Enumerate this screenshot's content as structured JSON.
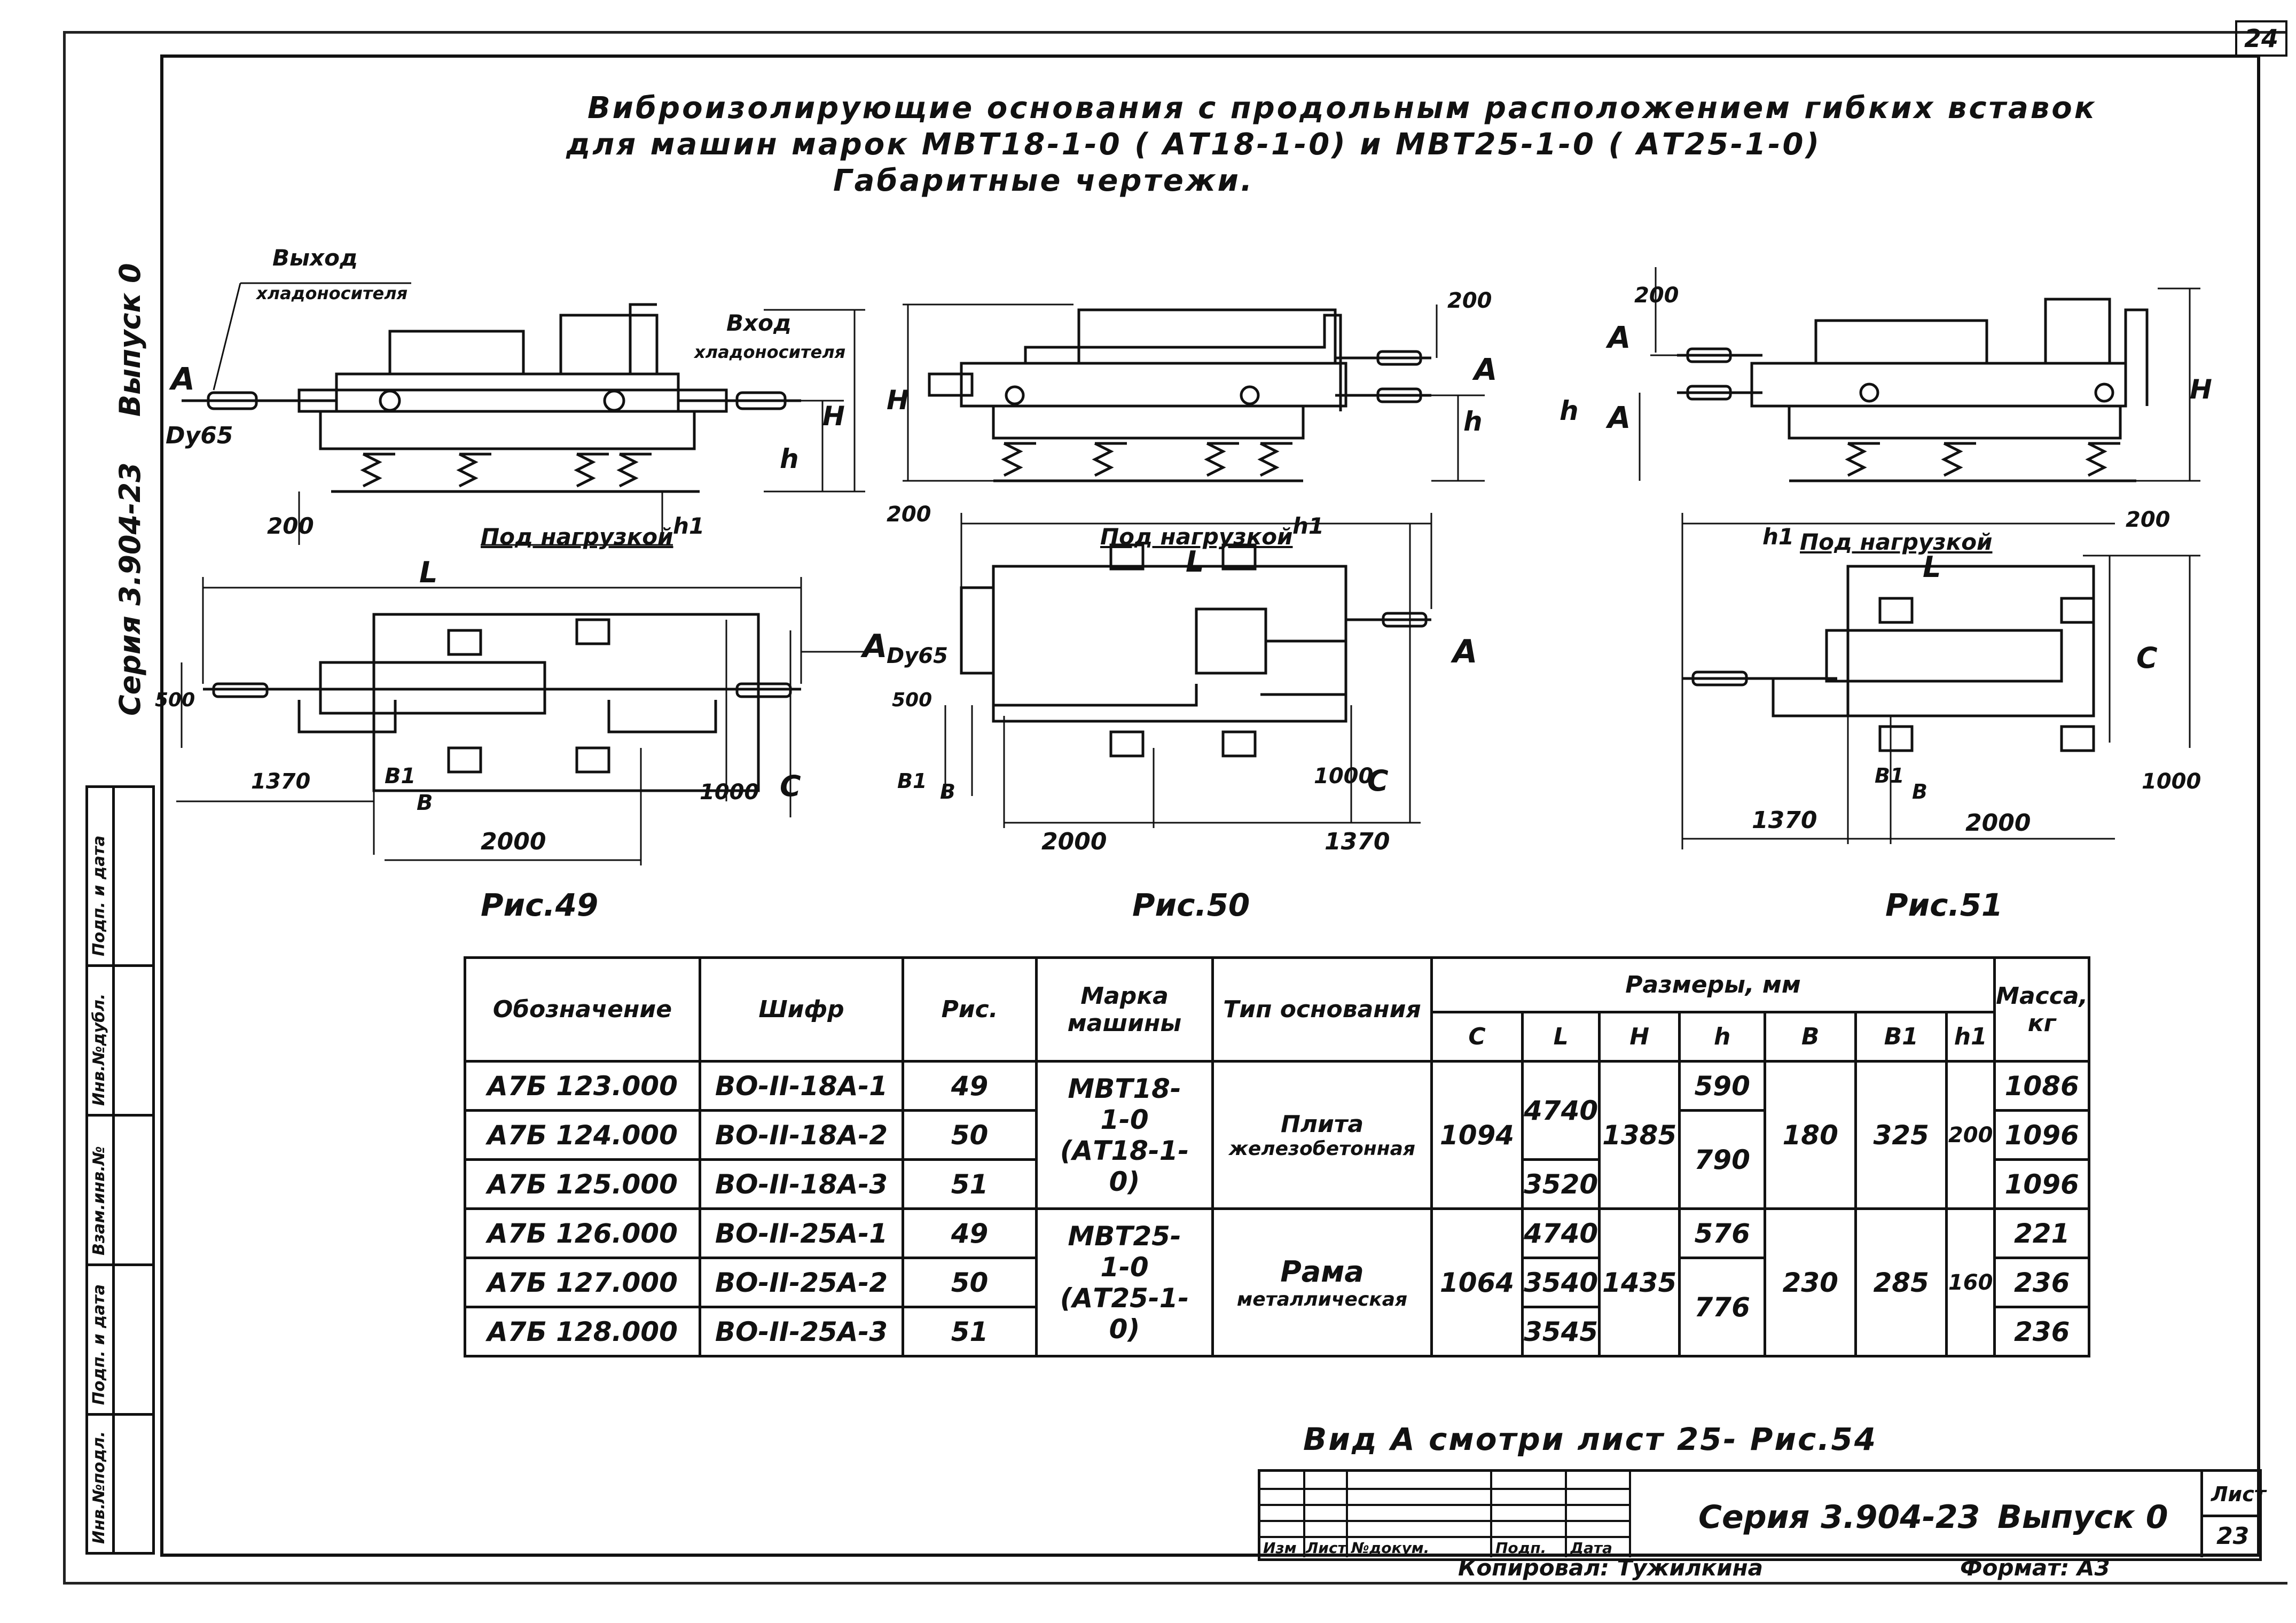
{
  "page_number_top": "24",
  "title": {
    "line1": "Виброизолирующие основания с продольным расположением гибких вставок",
    "line2": "для машин марок МВТ18-1-0 ( АТ18-1-0) и МВТ25-1-0 ( АТ25-1-0)",
    "line3": "Габаритные чертежи."
  },
  "margin": {
    "issue": "Выпуск 0",
    "series": "Серия 3.904-23",
    "strip_labels": [
      "Инв.№подл.",
      "Подп. и дата",
      "Взам.инв.№",
      "Инв.№дубл.",
      "Подп. и дата"
    ]
  },
  "figures": [
    {
      "caption": "Рис.49",
      "labels": {
        "outlet": "Выход",
        "outlet2": "хладоносителя",
        "inlet": "Вход",
        "inlet2": "хладоносителя",
        "arrow": "A",
        "dy": "Dy65",
        "h": "h",
        "H": "H",
        "h1": "h1",
        "d200": "200",
        "under_load": "Под нагрузкой",
        "L": "L",
        "A_plan": "A",
        "d500": "500",
        "d1370": "1370",
        "B1": "B1",
        "B": "B",
        "d1000": "1000",
        "C": "C",
        "d2000": "2000"
      }
    },
    {
      "caption": "Рис.50",
      "labels": {
        "H": "H",
        "d200a": "200",
        "A": "A",
        "h": "h",
        "d200b": "200",
        "under_load": "Под нагрузкой",
        "h1": "h1",
        "L": "L",
        "dy": "Dy65",
        "A_plan": "A",
        "d500": "500",
        "B1": "B1",
        "B": "B",
        "d1000": "1000",
        "C": "C",
        "d2000": "2000",
        "d1370": "1370"
      }
    },
    {
      "caption": "Рис.51",
      "labels": {
        "d200a": "200",
        "A1": "A",
        "A2": "A",
        "h": "h",
        "H": "H",
        "h1": "h1",
        "under_load": "Под нагрузкой",
        "d200b": "200",
        "L": "L",
        "C": "C",
        "B1": "B1",
        "B": "B",
        "d1000": "1000",
        "d1370": "1370",
        "d2000": "2000"
      }
    }
  ],
  "table": {
    "headers": {
      "designation": "Обозначение",
      "code": "Шифр",
      "fig": "Рис.",
      "machine": "Марка машины",
      "base_type": "Тип основания",
      "sizes": "Размеры, мм",
      "mass": "Масса, кг",
      "C": "C",
      "L": "L",
      "H": "H",
      "h": "h",
      "B": "B",
      "B1": "B1",
      "h1": "h1"
    },
    "rows": [
      {
        "designation": "А7Б 123.000",
        "code": "ВО-II-18А-1",
        "fig": "49",
        "mass": "1086"
      },
      {
        "designation": "А7Б 124.000",
        "code": "ВО-II-18А-2",
        "fig": "50",
        "mass": "1096"
      },
      {
        "designation": "А7Б 125.000",
        "code": "ВО-II-18А-3",
        "fig": "51",
        "mass": "1096"
      },
      {
        "designation": "А7Б 126.000",
        "code": "ВО-II-25А-1",
        "fig": "49",
        "mass": "221"
      },
      {
        "designation": "А7Б 127.000",
        "code": "ВО-II-25А-2",
        "fig": "50",
        "mass": "236"
      },
      {
        "designation": "А7Б 128.000",
        "code": "ВО-II-25А-3",
        "fig": "51",
        "mass": "236"
      }
    ],
    "group1": {
      "machine": "МВТ18-1-0 (АТ18-1-0)",
      "base_type_1": "Плита",
      "base_type_2": "железобетонная",
      "C": "1094",
      "L_a": "4740",
      "L_b": "3520",
      "H": "1385",
      "h_a": "590",
      "h_b": "790",
      "B": "180",
      "B1": "325",
      "h1": "200"
    },
    "group2": {
      "machine": "МВТ25-1-0 (АТ25-1-0)",
      "base_type_1": "Рама",
      "base_type_2": "металлическая",
      "C": "1064",
      "L_a": "4740",
      "L_b": "3540",
      "L_c": "3545",
      "H": "1435",
      "h_a": "576",
      "h_b": "776",
      "B": "230",
      "B1": "285",
      "h1": "160"
    }
  },
  "note": "Вид А смотри лист 25- Рис.54",
  "stamp": {
    "series": "Серия 3.904-23",
    "issue": "Выпуск 0",
    "sheet_label": "Лист",
    "sheet_number": "23",
    "cols": [
      "Изм",
      "Лист",
      "№докум.",
      "Подп.",
      "Дата"
    ],
    "copied": "Копировал: Тужилкина",
    "format": "Формат: А3"
  }
}
